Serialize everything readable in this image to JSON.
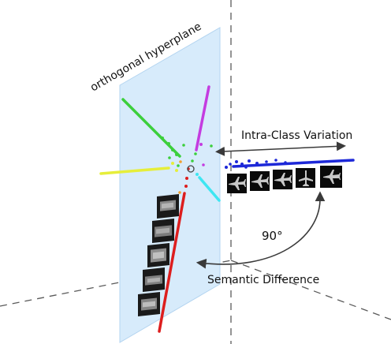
{
  "labels": {
    "hyperplane": "orthogonal hyperplane",
    "intra_class": "Intra-Class Variation",
    "angle": "90°",
    "semantic": "Semantic Difference"
  },
  "colors": {
    "plane_fill": "#d7ebfb",
    "plane_stroke": "#b3d4f0",
    "axis_dash": "#5a5a5a",
    "arrow": "#3a3a3a",
    "green": "#3ccf3c",
    "magenta": "#c43ce0",
    "yellow": "#e6ee3a",
    "cyan": "#3ee6f2",
    "red": "#dd1e1e",
    "blue": "#1d28d8",
    "thumb_bg": "#0a0a0a"
  },
  "icons": {
    "airplane_thumbnails": [
      "airplane-icon",
      "airplane-icon",
      "airplane-icon",
      "airplane-icon",
      "airplane-icon"
    ],
    "object_thumbnails": [
      "object-thumbnail",
      "object-thumbnail",
      "object-thumbnail",
      "object-thumbnail",
      "object-thumbnail"
    ],
    "origin": "circle-icon"
  }
}
